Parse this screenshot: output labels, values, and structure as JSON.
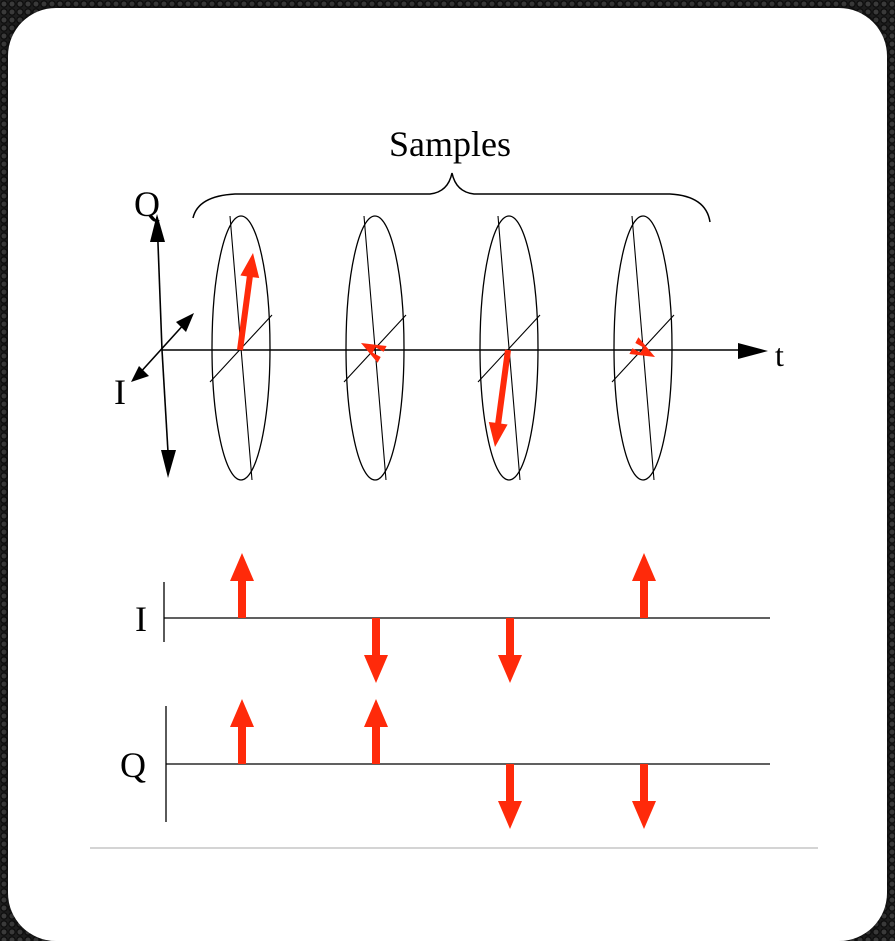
{
  "diagram": {
    "title": "Samples",
    "axis_labels": {
      "q": "Q",
      "i": "I",
      "t": "t"
    },
    "colors": {
      "arrow": "#ff2a0a",
      "line": "#000000"
    },
    "samples": [
      {
        "i": 1,
        "q": 1
      },
      {
        "i": -1,
        "q": 1
      },
      {
        "i": -1,
        "q": -1
      },
      {
        "i": 1,
        "q": -1
      }
    ]
  },
  "plots": {
    "i_label": "I",
    "q_label": "Q"
  }
}
